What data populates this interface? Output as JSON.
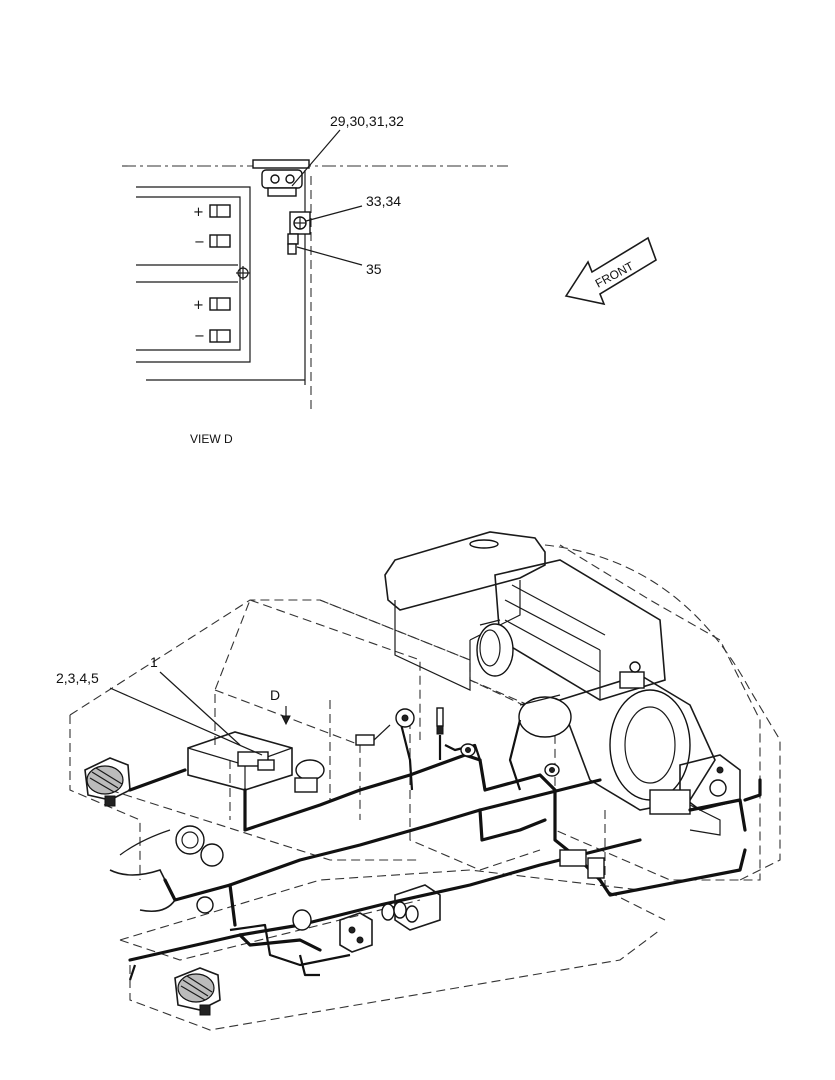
{
  "view_d": {
    "caption": "VIEW   D",
    "callouts": {
      "c1": "29,30,31,32",
      "c2": "33,34",
      "c3": "35"
    },
    "battery_terminals": [
      "+",
      "−",
      "+",
      "−"
    ]
  },
  "front_arrow": {
    "label": "FRONT"
  },
  "main_view": {
    "callouts": {
      "item1": "1",
      "item2": "2,3,4,5"
    },
    "view_marker": "D"
  },
  "colors": {
    "ink": "#111111",
    "paper": "#ffffff"
  }
}
